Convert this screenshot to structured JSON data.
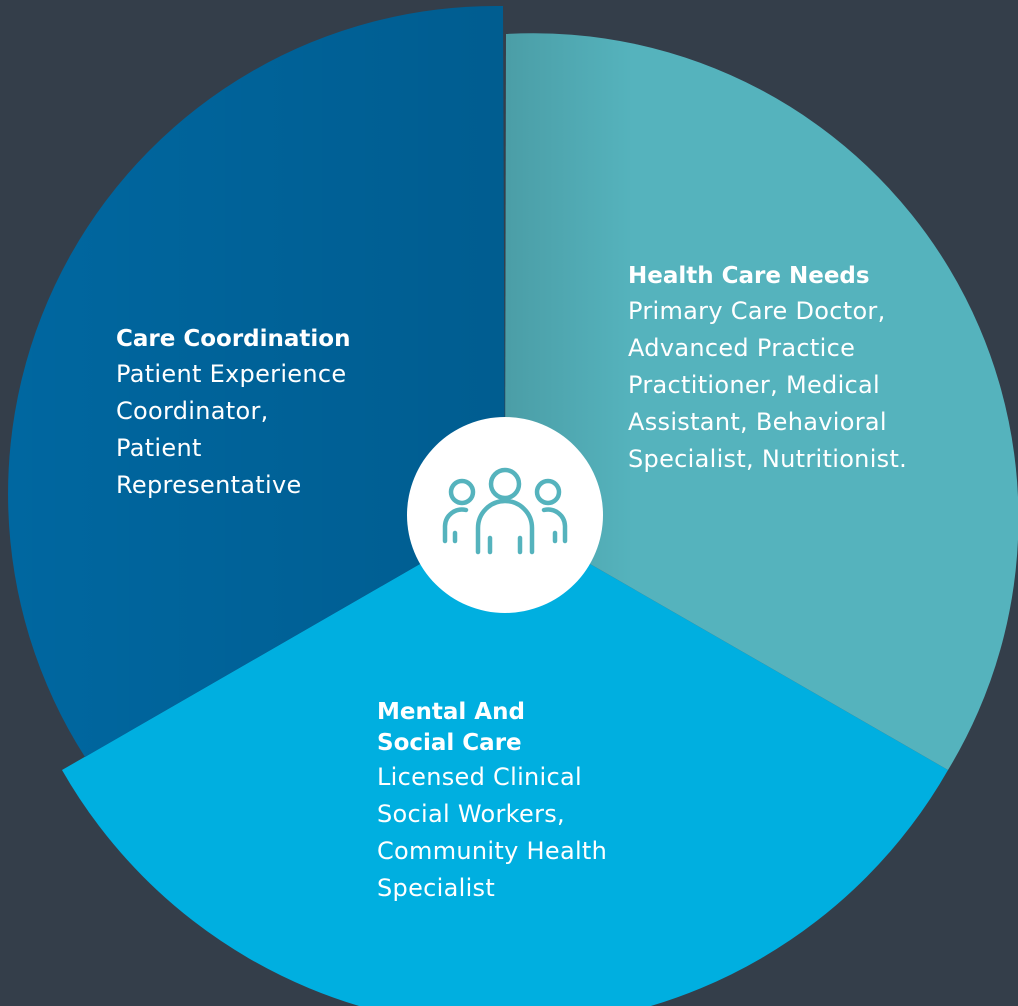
{
  "colors": {
    "background": "#343e4a",
    "care_coordination": "#0067a0",
    "health_care_needs": "#55b3bd",
    "mental_social_care": "#00afe0",
    "center_circle": "#ffffff",
    "icon": "#55b3bd"
  },
  "center_icon": "people-group-icon",
  "segments": {
    "care_coordination": {
      "title": "Care Coordination",
      "lines": [
        "Patient Experience",
        "Coordinator,",
        "Patient",
        "Representative"
      ]
    },
    "health_care_needs": {
      "title": "Health Care Needs",
      "lines": [
        "Primary Care Doctor,",
        "Advanced Practice",
        "Practitioner, Medical",
        "Assistant, Behavioral",
        "Specialist, Nutritionist."
      ]
    },
    "mental_social_care": {
      "title_lines": [
        "Mental And",
        "Social Care"
      ],
      "lines": [
        "Licensed Clinical",
        "Social Workers,",
        "Community Health",
        "Specialist"
      ]
    }
  }
}
